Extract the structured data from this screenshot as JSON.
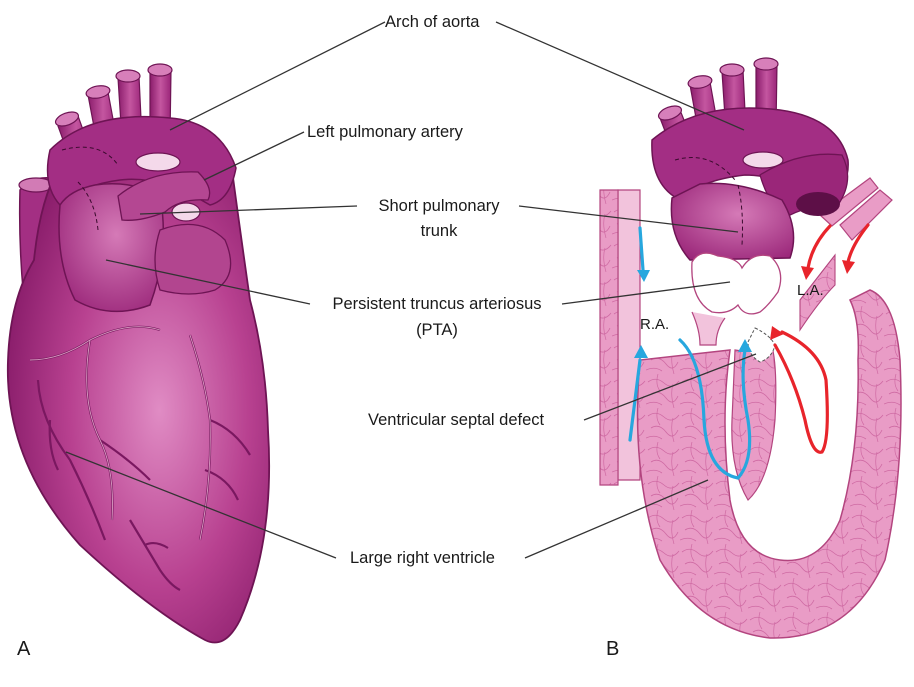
{
  "labels": {
    "arch_of_aorta": "Arch of aorta",
    "left_pulmonary_artery": "Left pulmonary artery",
    "short_pulmonary_trunk_line1": "Short pulmonary",
    "short_pulmonary_trunk_line2": "trunk",
    "pta_line1": "Persistent truncus arteriosus",
    "pta_line2": "(PTA)",
    "vsd": "Ventricular septal defect",
    "large_right_ventricle": "Large right ventricle"
  },
  "panels": {
    "a": "A",
    "b": "B"
  },
  "chambers": {
    "right_atrium": "R.A.",
    "left_atrium": "L.A."
  },
  "colors": {
    "heart_dark": "#8e1f6e",
    "heart_mid": "#b8428f",
    "heart_light": "#d97ab8",
    "muscle": "#e89cc4",
    "muscle_line": "#c7568f",
    "deoxygenated_arrow": "#27a7de",
    "oxygenated_arrow": "#e8242b",
    "leader_line": "#333333"
  }
}
